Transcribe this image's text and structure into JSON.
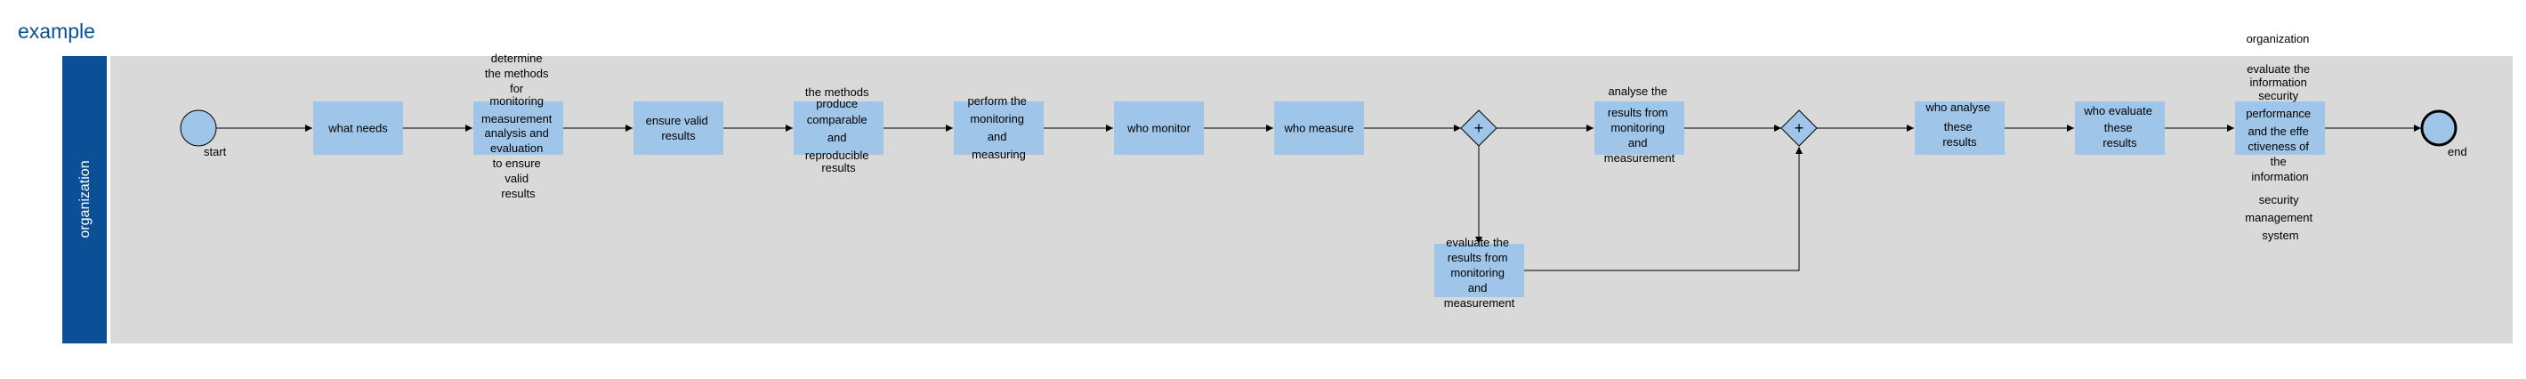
{
  "title": "example",
  "lane": {
    "label": "organization"
  },
  "colors": {
    "lane_header": "#0b4f96",
    "lane_body": "#d9d9d9",
    "task_fill": "#9fc5e8",
    "title_text": "#0b4f96",
    "stroke": "#000000"
  },
  "events": {
    "start": {
      "label": "start"
    },
    "end": {
      "label": "end"
    }
  },
  "tasks": [
    {
      "id": "t1",
      "lines": [
        "what needs"
      ]
    },
    {
      "id": "t2",
      "lines": [
        "determine",
        "the methods",
        "for",
        "monitoring",
        "measurement",
        "analysis and",
        "evaluation",
        "to ensure",
        "valid",
        "results"
      ]
    },
    {
      "id": "t3",
      "lines": [
        "ensure valid",
        "results"
      ]
    },
    {
      "id": "t4",
      "lines": [
        "the methods",
        "produce",
        "comparable",
        "and",
        "reproducible",
        "results"
      ]
    },
    {
      "id": "t5",
      "lines": [
        "perform the",
        "monitoring",
        "and",
        "measuring"
      ]
    },
    {
      "id": "t6",
      "lines": [
        "who monitor"
      ]
    },
    {
      "id": "t7",
      "lines": [
        "who measure"
      ]
    },
    {
      "id": "t8",
      "lines": [
        "analyse the",
        "results from",
        "monitoring",
        "and",
        "measurement"
      ]
    },
    {
      "id": "t9",
      "lines": [
        "evaluate the",
        "results from",
        "monitoring",
        "and",
        "measurement"
      ]
    },
    {
      "id": "t10",
      "lines": [
        "who analyse",
        "these",
        "results"
      ]
    },
    {
      "id": "t11",
      "lines": [
        "who evaluate",
        "these",
        "results"
      ]
    },
    {
      "id": "t12",
      "lines": [
        "evaluate the",
        "information",
        "security",
        "performance",
        "and the effe",
        "ctiveness of",
        "the",
        "information"
      ]
    }
  ],
  "gateways": [
    {
      "id": "g1",
      "symbol": "+"
    },
    {
      "id": "g2",
      "symbol": "+"
    }
  ],
  "annotations": [
    {
      "id": "a1",
      "lines": [
        "organization"
      ]
    },
    {
      "id": "a2",
      "lines": [
        "security",
        "management",
        "system"
      ]
    }
  ]
}
